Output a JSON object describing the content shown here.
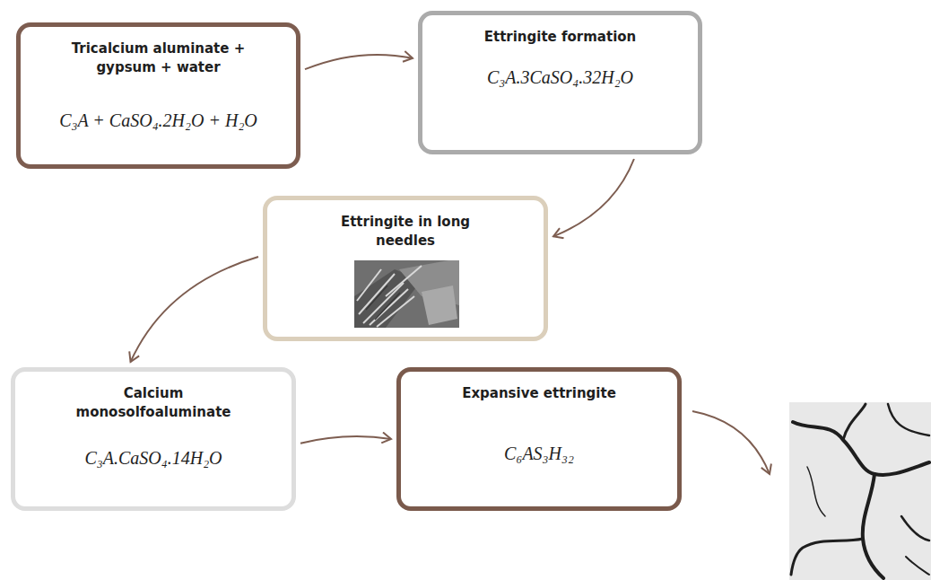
{
  "diagram": {
    "nodes": [
      {
        "text": [
          "Tricalcium aluminate + gypsum + water",
          "C₃A + CaSO₄.2H₂O + H₂O"
        ]
      },
      {
        "text": [
          "Ettringite formation",
          "C₃A.3CaSO₄.32H₂O"
        ]
      },
      {
        "text": [
          "Ettringite in long needles"
        ]
      },
      {
        "text": [
          "Calcium monosolfoaluminate",
          "C₃A.CaSO₄.14H₂O"
        ]
      },
      {
        "text": [
          "Expansive ettringite",
          "C₆AS₃H₃₂"
        ]
      }
    ],
    "edges": [
      {
        "from": 0,
        "to": 1,
        "arrow": "to"
      },
      {
        "from": 1,
        "to": 2,
        "arrow": "to"
      },
      {
        "from": 2,
        "to": 3,
        "arrow": "to"
      },
      {
        "from": 3,
        "to": 4,
        "arrow": "to"
      }
    ]
  }
}
